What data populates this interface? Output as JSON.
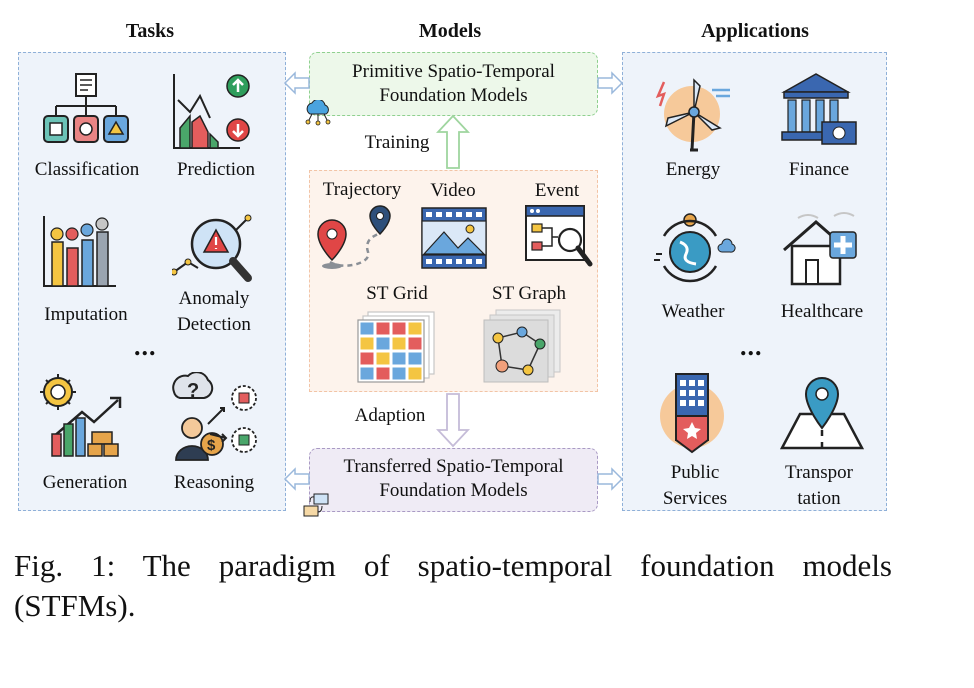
{
  "headers": {
    "tasks": "Tasks",
    "models": "Models",
    "applications": "Applications"
  },
  "tasks": {
    "classification": "Classification",
    "prediction": "Prediction",
    "imputation": "Imputation",
    "anomaly_line1": "Anomaly",
    "anomaly_line2": "Detection",
    "generation": "Generation",
    "reasoning": "Reasoning",
    "ellipsis": "..."
  },
  "models": {
    "primitive_line1": "Primitive Spatio-Temporal",
    "primitive_line2": "Foundation Models",
    "training": "Training",
    "trajectory": "Trajectory",
    "video": "Video",
    "event": "Event",
    "st_grid": "ST Grid",
    "st_graph": "ST Graph",
    "adaption": "Adaption",
    "transferred_line1": "Transferred Spatio-Temporal",
    "transferred_line2": "Foundation Models"
  },
  "applications": {
    "energy": "Energy",
    "finance": "Finance",
    "weather": "Weather",
    "healthcare": "Healthcare",
    "public_line1": "Public",
    "public_line2": "Services",
    "transport_line1": "Transpor",
    "transport_line2": "tation",
    "ellipsis": "..."
  },
  "caption": {
    "line1": "Fig. 1: The paradigm of spatio-temporal foundation models",
    "line2": "(STFMs)."
  },
  "colors": {
    "panel_border": "#8fb0d8",
    "panel_fill": "#eef3fa",
    "primitive_border": "#8fd08f",
    "primitive_fill": "#edf8ea",
    "transferred_border": "#a99ac4",
    "transferred_fill": "#efebf5",
    "data_border": "#f2c4a6",
    "data_fill": "#fdf3ec"
  }
}
